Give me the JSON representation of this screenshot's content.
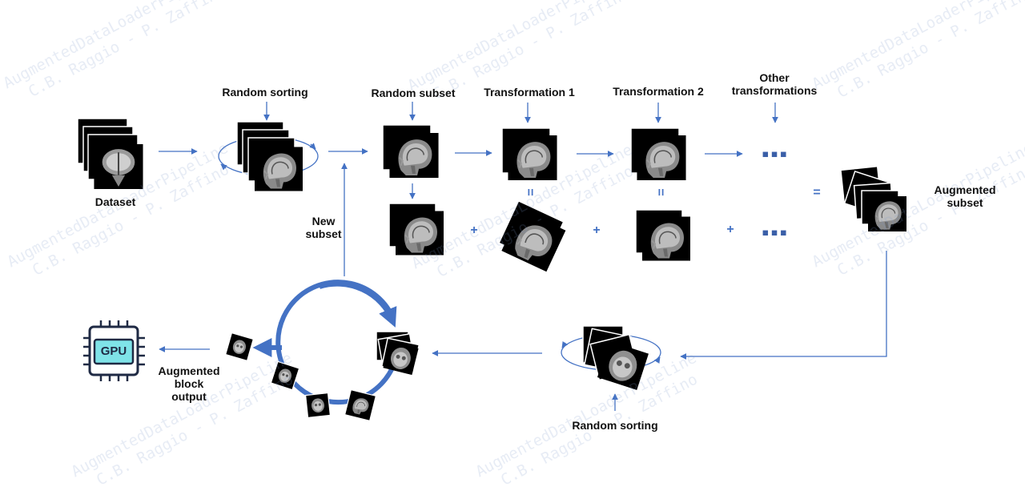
{
  "labels": {
    "dataset": "Dataset",
    "random_sorting_top": "Random sorting",
    "random_subset": "Random subset",
    "transformation_1": "Transformation 1",
    "transformation_2": "Transformation 2",
    "other_transformations_l1": "Other",
    "other_transformations_l2": "transformations",
    "augmented_subset_l1": "Augmented",
    "augmented_subset_l2": "subset",
    "new_subset_l1": "New",
    "new_subset_l2": "subset",
    "random_sorting_bottom": "Random sorting",
    "augmented_block_l1": "Augmented",
    "augmented_block_l2": "block",
    "augmented_block_l3": "output",
    "gpu": "GPU"
  },
  "symbols": {
    "plus": "+",
    "equals": "=",
    "parallel": "=",
    "ellipsis": "▪▪▪"
  },
  "watermark": {
    "line1": "AugmentedDataLoaderPipeline",
    "line2": "C.B. Raggio - P. Zaffino"
  },
  "colors": {
    "accent": "#4472c4",
    "chip": "#7fe3e8",
    "chip_border": "#1f2a44",
    "image_bg": "#000000"
  }
}
